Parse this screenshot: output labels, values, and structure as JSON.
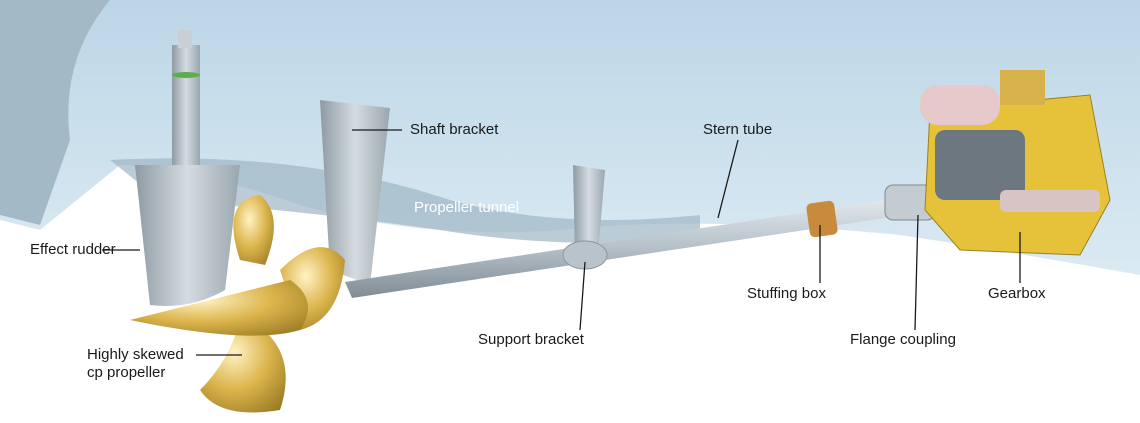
{
  "labels": {
    "shaft_bracket": "Shaft bracket",
    "stern_tube": "Stern tube",
    "propeller_tunnel": "Propeller tunnel",
    "effect_rudder": "Effect rudder",
    "propeller_line1": "Highly skewed",
    "propeller_line2": "cp propeller",
    "support_bracket": "Support bracket",
    "stuffing_box": "Stuffing box",
    "flange_coupling": "Flange coupling",
    "gearbox": "Gearbox"
  },
  "colors": {
    "water": "#cfe2ee",
    "hull": "#a9bfcc",
    "propeller": "#d9b54a",
    "gearbox": "#e8c43a",
    "shaft": "#b9c3cb"
  }
}
